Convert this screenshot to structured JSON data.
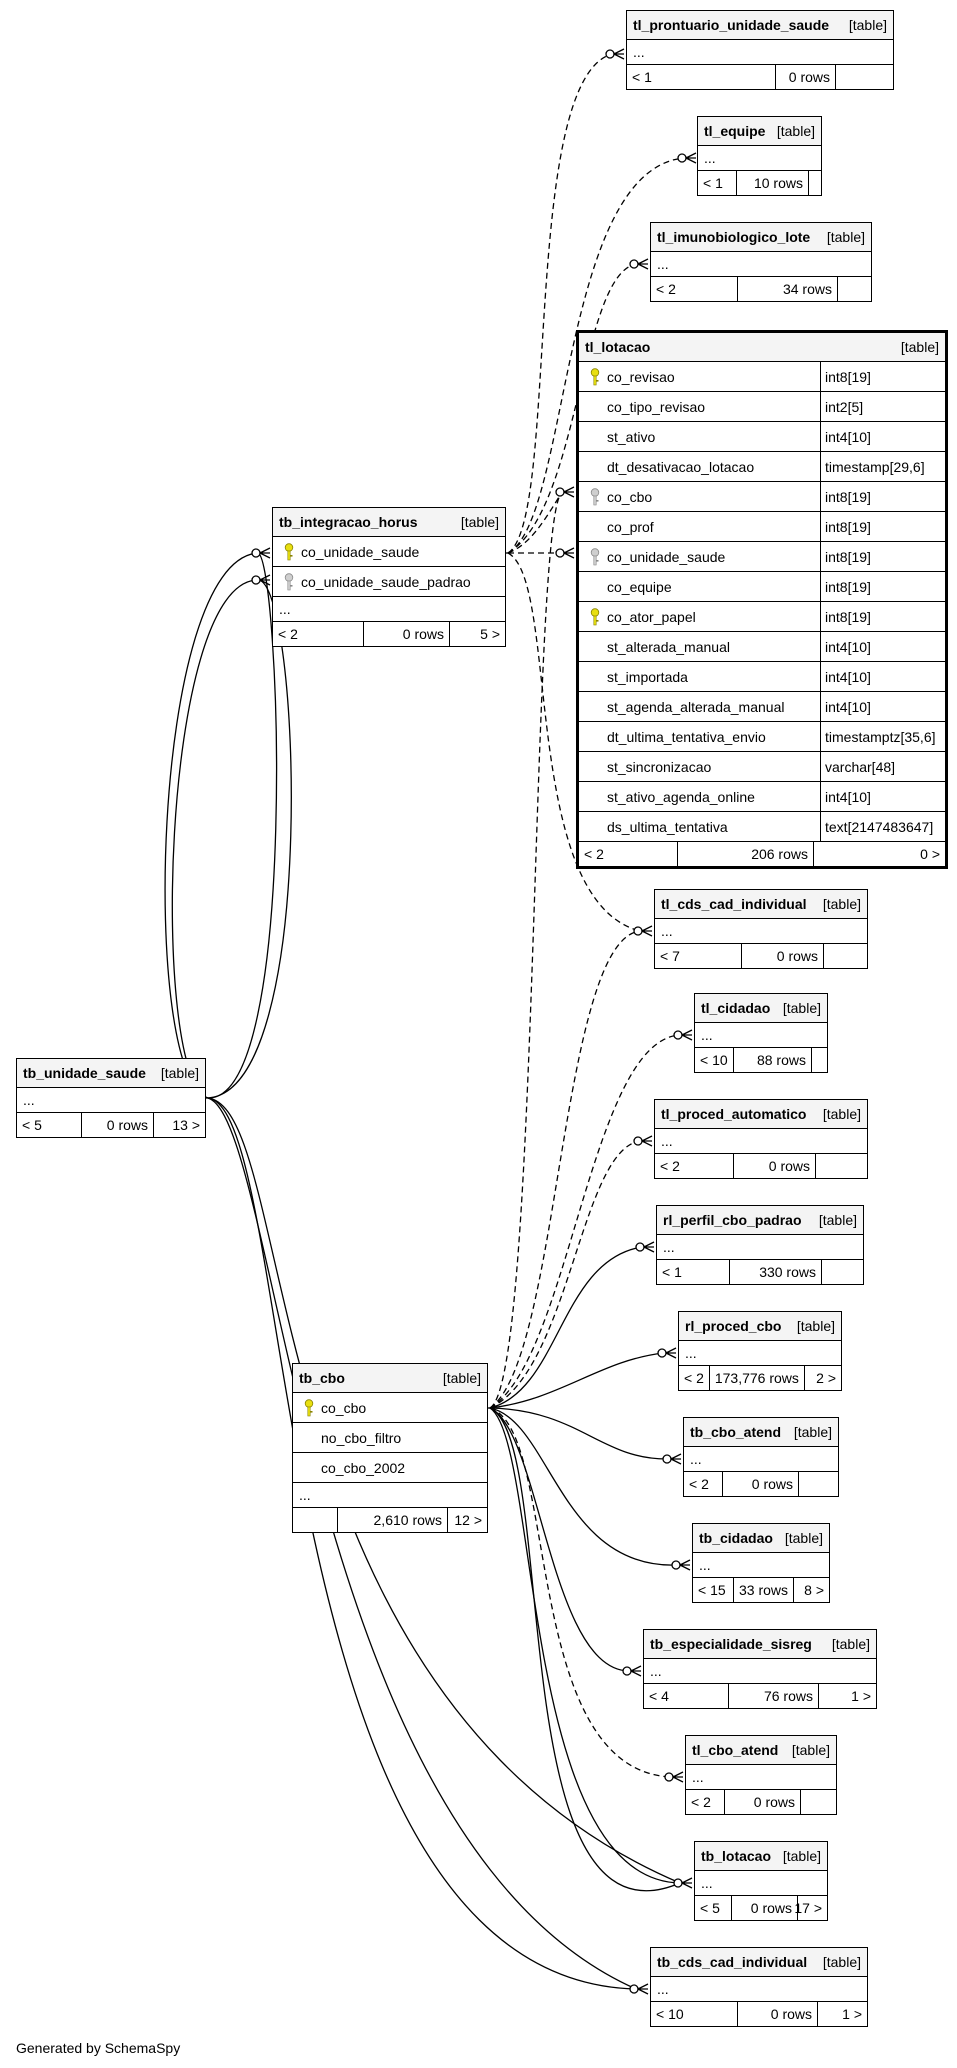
{
  "footer_text": "Generated by SchemaSpy",
  "tables": {
    "tl_prontuario_unidade_saude": {
      "name": "tl_prontuario_unidade_saude",
      "type": "[table]",
      "ellipsis": "...",
      "parents": "< 1",
      "rows": "0 rows",
      "children": ""
    },
    "tl_equipe": {
      "name": "tl_equipe",
      "type": "[table]",
      "ellipsis": "...",
      "parents": "< 1",
      "rows": "10 rows",
      "children": ""
    },
    "tl_imunobiologico_lote": {
      "name": "tl_imunobiologico_lote",
      "type": "[table]",
      "ellipsis": "...",
      "parents": "< 2",
      "rows": "34 rows",
      "children": ""
    },
    "tl_lotacao": {
      "name": "tl_lotacao",
      "type": "[table]",
      "parents": "< 2",
      "rows": "206 rows",
      "children": "0 >",
      "columns": [
        {
          "name": "co_revisao",
          "type": "int8[19]",
          "key": "pk"
        },
        {
          "name": "co_tipo_revisao",
          "type": "int2[5]",
          "key": ""
        },
        {
          "name": "st_ativo",
          "type": "int4[10]",
          "key": ""
        },
        {
          "name": "dt_desativacao_lotacao",
          "type": "timestamp[29,6]",
          "key": ""
        },
        {
          "name": "co_cbo",
          "type": "int8[19]",
          "key": "fk"
        },
        {
          "name": "co_prof",
          "type": "int8[19]",
          "key": ""
        },
        {
          "name": "co_unidade_saude",
          "type": "int8[19]",
          "key": "fk"
        },
        {
          "name": "co_equipe",
          "type": "int8[19]",
          "key": ""
        },
        {
          "name": "co_ator_papel",
          "type": "int8[19]",
          "key": "pk"
        },
        {
          "name": "st_alterada_manual",
          "type": "int4[10]",
          "key": ""
        },
        {
          "name": "st_importada",
          "type": "int4[10]",
          "key": ""
        },
        {
          "name": "st_agenda_alterada_manual",
          "type": "int4[10]",
          "key": ""
        },
        {
          "name": "dt_ultima_tentativa_envio",
          "type": "timestamptz[35,6]",
          "key": ""
        },
        {
          "name": "st_sincronizacao",
          "type": "varchar[48]",
          "key": ""
        },
        {
          "name": "st_ativo_agenda_online",
          "type": "int4[10]",
          "key": ""
        },
        {
          "name": "ds_ultima_tentativa",
          "type": "text[2147483647]",
          "key": ""
        }
      ]
    },
    "tb_integracao_horus": {
      "name": "tb_integracao_horus",
      "type": "[table]",
      "ellipsis": "...",
      "parents": "< 2",
      "rows": "0 rows",
      "children": "5 >",
      "columns": [
        {
          "name": "co_unidade_saude",
          "key": "pk"
        },
        {
          "name": "co_unidade_saude_padrao",
          "key": "fk"
        }
      ]
    },
    "tl_cds_cad_individual": {
      "name": "tl_cds_cad_individual",
      "type": "[table]",
      "ellipsis": "...",
      "parents": "< 7",
      "rows": "0 rows",
      "children": ""
    },
    "tl_cidadao": {
      "name": "tl_cidadao",
      "type": "[table]",
      "ellipsis": "...",
      "parents": "< 10",
      "rows": "88 rows",
      "children": ""
    },
    "tl_proced_automatico": {
      "name": "tl_proced_automatico",
      "type": "[table]",
      "ellipsis": "...",
      "parents": "< 2",
      "rows": "0 rows",
      "children": ""
    },
    "tb_unidade_saude": {
      "name": "tb_unidade_saude",
      "type": "[table]",
      "ellipsis": "...",
      "parents": "< 5",
      "rows": "0 rows",
      "children": "13 >"
    },
    "rl_perfil_cbo_padrao": {
      "name": "rl_perfil_cbo_padrao",
      "type": "[table]",
      "ellipsis": "...",
      "parents": "< 1",
      "rows": "330 rows",
      "children": ""
    },
    "rl_proced_cbo": {
      "name": "rl_proced_cbo",
      "type": "[table]",
      "ellipsis": "...",
      "parents": "< 2",
      "rows": "173,776 rows",
      "children": "2 >"
    },
    "tb_cbo": {
      "name": "tb_cbo",
      "type": "[table]",
      "ellipsis": "...",
      "parents": "",
      "rows": "2,610 rows",
      "children": "12 >",
      "columns": [
        {
          "name": "co_cbo",
          "key": "pk"
        },
        {
          "name": "no_cbo_filtro",
          "key": ""
        },
        {
          "name": "co_cbo_2002",
          "key": ""
        }
      ]
    },
    "tb_cbo_atend": {
      "name": "tb_cbo_atend",
      "type": "[table]",
      "ellipsis": "...",
      "parents": "< 2",
      "rows": "0 rows",
      "children": ""
    },
    "tb_cidadao": {
      "name": "tb_cidadao",
      "type": "[table]",
      "ellipsis": "...",
      "parents": "< 15",
      "rows": "33 rows",
      "children": "8 >"
    },
    "tb_especialidade_sisreg": {
      "name": "tb_especialidade_sisreg",
      "type": "[table]",
      "ellipsis": "...",
      "parents": "< 4",
      "rows": "76 rows",
      "children": "1 >"
    },
    "tl_cbo_atend": {
      "name": "tl_cbo_atend",
      "type": "[table]",
      "ellipsis": "...",
      "parents": "< 2",
      "rows": "0 rows",
      "children": ""
    },
    "tb_lotacao": {
      "name": "tb_lotacao",
      "type": "[table]",
      "ellipsis": "...",
      "parents": "< 5",
      "rows": "0 rows",
      "children": "17 >"
    },
    "tb_cds_cad_individual": {
      "name": "tb_cds_cad_individual",
      "type": "[table]",
      "ellipsis": "...",
      "parents": "< 10",
      "rows": "0 rows",
      "children": "1 >"
    }
  },
  "relationships": [
    {
      "from": "tl_lotacao",
      "to": "tl_prontuario_unidade_saude",
      "style": "dashed"
    },
    {
      "from": "tl_lotacao",
      "to": "tl_equipe",
      "style": "dashed"
    },
    {
      "from": "tl_lotacao",
      "to": "tl_imunobiologico_lote",
      "style": "dashed"
    },
    {
      "from": "tb_integracao_horus",
      "to": "tl_lotacao",
      "style": "dashed"
    },
    {
      "from": "tl_lotacao",
      "to": "tl_cds_cad_individual",
      "style": "dashed"
    },
    {
      "from": "tb_cbo",
      "to": "tl_lotacao",
      "style": "dashed"
    },
    {
      "from": "tb_unidade_saude",
      "to": "tb_integracao_horus",
      "style": "solid"
    },
    {
      "from": "tb_cbo",
      "to": "tl_cds_cad_individual",
      "style": "dashed"
    },
    {
      "from": "tb_cbo",
      "to": "tl_cidadao",
      "style": "dashed"
    },
    {
      "from": "tb_cbo",
      "to": "tl_proced_automatico",
      "style": "dashed"
    },
    {
      "from": "tb_cbo",
      "to": "rl_perfil_cbo_padrao",
      "style": "solid"
    },
    {
      "from": "tb_cbo",
      "to": "rl_proced_cbo",
      "style": "solid"
    },
    {
      "from": "tb_cbo",
      "to": "tb_cbo_atend",
      "style": "solid"
    },
    {
      "from": "tb_cbo",
      "to": "tb_cidadao",
      "style": "solid"
    },
    {
      "from": "tb_cbo",
      "to": "tb_especialidade_sisreg",
      "style": "solid"
    },
    {
      "from": "tb_cbo",
      "to": "tl_cbo_atend",
      "style": "dashed"
    },
    {
      "from": "tb_cbo",
      "to": "tb_lotacao",
      "style": "solid"
    },
    {
      "from": "tb_unidade_saude",
      "to": "tb_lotacao",
      "style": "solid"
    },
    {
      "from": "tb_unidade_saude",
      "to": "tb_cds_cad_individual",
      "style": "solid"
    }
  ]
}
